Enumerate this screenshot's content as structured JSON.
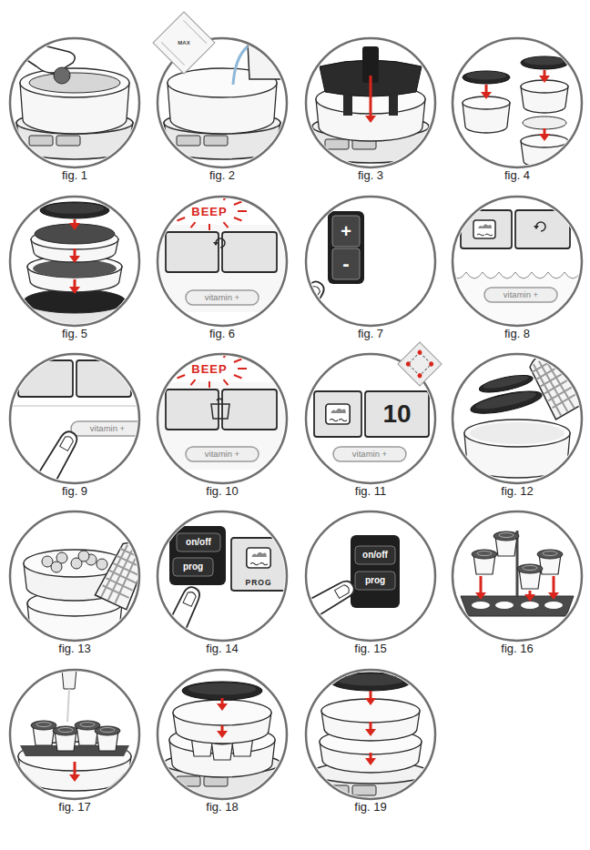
{
  "diagram": {
    "nodes": [
      {
        "text": [
          "fig. 1"
        ]
      },
      {
        "text": [
          "fig. 2"
        ]
      },
      {
        "text": [
          "fig. 3"
        ]
      },
      {
        "text": [
          "fig. 4"
        ]
      },
      {
        "text": [
          "fig. 5"
        ]
      },
      {
        "text": [
          "fig. 6"
        ]
      },
      {
        "text": [
          "fig. 7"
        ]
      },
      {
        "text": [
          "fig. 8"
        ]
      },
      {
        "text": [
          "fig. 9"
        ]
      },
      {
        "text": [
          "fig. 10"
        ]
      },
      {
        "text": [
          "fig. 11"
        ]
      },
      {
        "text": [
          "fig. 12"
        ]
      },
      {
        "text": [
          "fig. 13"
        ]
      },
      {
        "text": [
          "fig. 14"
        ]
      },
      {
        "text": [
          "fig. 15"
        ]
      },
      {
        "text": [
          "fig. 16"
        ]
      },
      {
        "text": [
          "fig. 17"
        ]
      },
      {
        "text": [
          "fig. 18"
        ]
      },
      {
        "text": [
          "fig. 19"
        ]
      }
    ],
    "labels": [
      "MAX",
      "BEEP",
      "vitamin +",
      "+",
      "-",
      "vitamin +",
      "vitamin +",
      "BEEP",
      "vitamin +",
      "10",
      "vitamin +",
      "on/off",
      "prog",
      "PROG",
      "on/off",
      "prog"
    ]
  }
}
